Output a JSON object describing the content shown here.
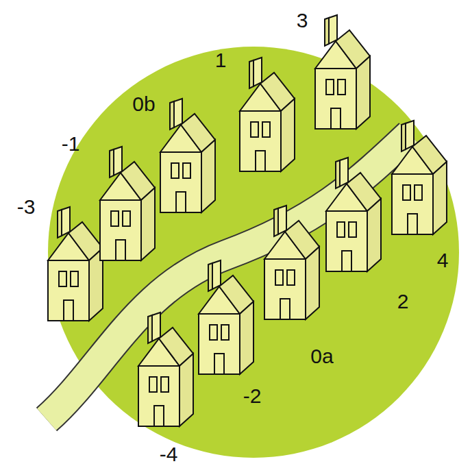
{
  "diagram": {
    "labels": [
      "3",
      "1",
      "0b",
      "-1",
      "-3",
      "4",
      "2",
      "0a",
      "-2",
      "-4"
    ]
  }
}
